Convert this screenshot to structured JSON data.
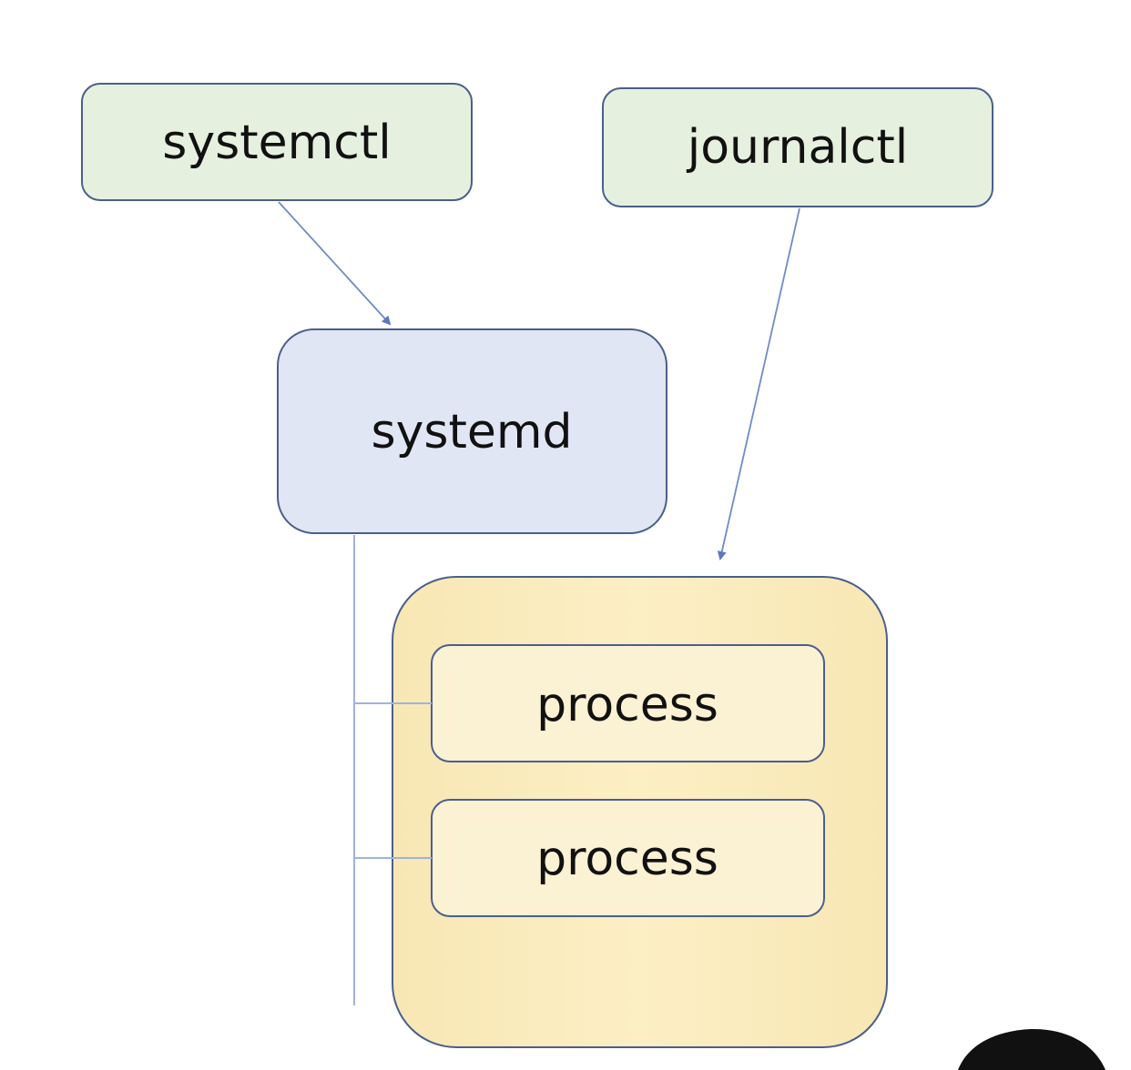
{
  "nodes": {
    "systemctl": {
      "label": "systemctl"
    },
    "journalctl": {
      "label": "journalctl"
    },
    "systemd": {
      "label": "systemd"
    },
    "process_1": {
      "label": "process"
    },
    "process_2": {
      "label": "process"
    }
  },
  "colors": {
    "tool_fill": "#e6f0df",
    "tool_stroke": "#4a5f8c",
    "systemd_fill": "#e1e6f4",
    "systemd_stroke": "#4a5f8c",
    "group_fill": "#fbecbd",
    "process_fill": "#fbf1d3",
    "connector": "#6f8cc8",
    "text": "#111111"
  }
}
